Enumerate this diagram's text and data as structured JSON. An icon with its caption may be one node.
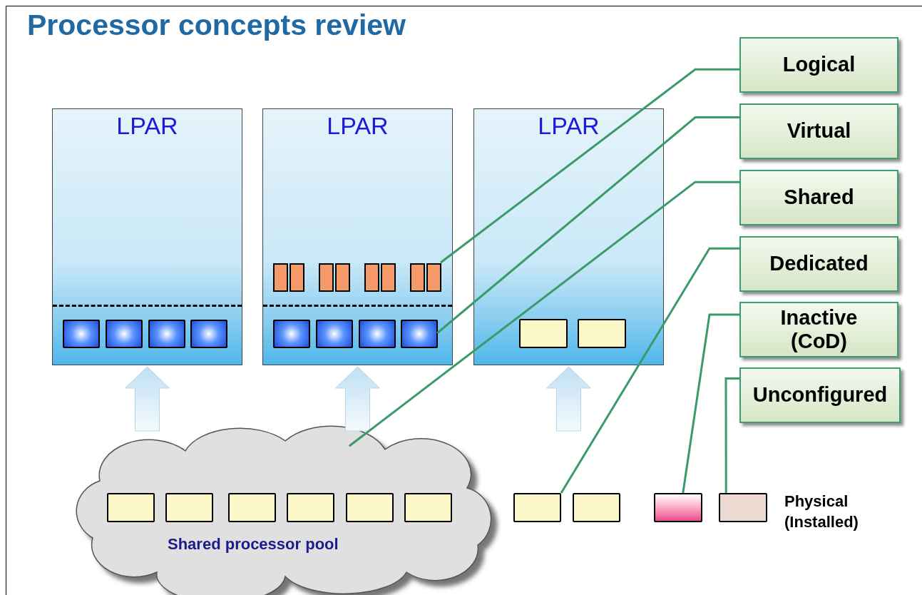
{
  "diagram": {
    "title": "Processor concepts review",
    "nodes": [
      {
        "text": [
          "LPAR"
        ]
      },
      {
        "text": [],
        "shape": "box",
        "in": 0
      },
      {
        "text": [],
        "shape": "box",
        "in": 0
      },
      {
        "text": [],
        "shape": "box",
        "in": 0
      },
      {
        "text": [],
        "shape": "box",
        "in": 0
      },
      {
        "text": [
          "LPAR"
        ]
      },
      {
        "text": [],
        "shape": "bar",
        "in": 5
      },
      {
        "text": [],
        "shape": "bar",
        "in": 5
      },
      {
        "text": [],
        "shape": "bar",
        "in": 5
      },
      {
        "text": [],
        "shape": "bar",
        "in": 5
      },
      {
        "text": [],
        "shape": "bar",
        "in": 5
      },
      {
        "text": [],
        "shape": "bar",
        "in": 5
      },
      {
        "text": [],
        "shape": "bar",
        "in": 5
      },
      {
        "text": [],
        "shape": "bar",
        "in": 5
      },
      {
        "text": [],
        "shape": "box",
        "in": 5
      },
      {
        "text": [],
        "shape": "box",
        "in": 5
      },
      {
        "text": [],
        "shape": "box",
        "in": 5
      },
      {
        "text": [],
        "shape": "box",
        "in": 5
      },
      {
        "text": [
          "LPAR"
        ]
      },
      {
        "text": [],
        "shape": "box",
        "in": 18
      },
      {
        "text": [],
        "shape": "box",
        "in": 18
      },
      {
        "text": [
          "Shared processor pool"
        ]
      },
      {
        "text": [],
        "shape": "box",
        "in": 21
      },
      {
        "text": [],
        "shape": "box",
        "in": 21
      },
      {
        "text": [],
        "shape": "box",
        "in": 21
      },
      {
        "text": [],
        "shape": "box",
        "in": 21
      },
      {
        "text": [],
        "shape": "box",
        "in": 21
      },
      {
        "text": [],
        "shape": "box",
        "in": 21
      },
      {
        "text": [],
        "shape": "box"
      },
      {
        "text": [],
        "shape": "box"
      },
      {
        "text": [],
        "shape": "box"
      },
      {
        "text": [],
        "shape": "box"
      },
      {
        "text": [
          "Logical"
        ]
      },
      {
        "text": [
          "Virtual"
        ]
      },
      {
        "text": [
          "Shared"
        ]
      },
      {
        "text": [
          "Dedicated"
        ]
      },
      {
        "text": [
          "Inactive (CoD)"
        ]
      },
      {
        "text": [
          "Unconfigured"
        ]
      }
    ],
    "edges": [
      {
        "from": 21,
        "to": 0,
        "arrow": "to",
        "style": "thick"
      },
      {
        "from": 21,
        "to": 5,
        "arrow": "to",
        "style": "thick"
      },
      {
        "from": 21,
        "to": 18,
        "arrow": "to",
        "style": "thick"
      },
      {
        "from": 32,
        "to": 13,
        "arrow": "none"
      },
      {
        "from": 33,
        "to": 17,
        "arrow": "none"
      },
      {
        "from": 34,
        "to": 21,
        "arrow": "none"
      },
      {
        "from": 35,
        "to": 28,
        "arrow": "none"
      },
      {
        "from": 36,
        "to": 30,
        "arrow": "none"
      },
      {
        "from": 37,
        "to": 31,
        "arrow": "none"
      }
    ],
    "labels": [
      "Physical (Installed)"
    ]
  }
}
